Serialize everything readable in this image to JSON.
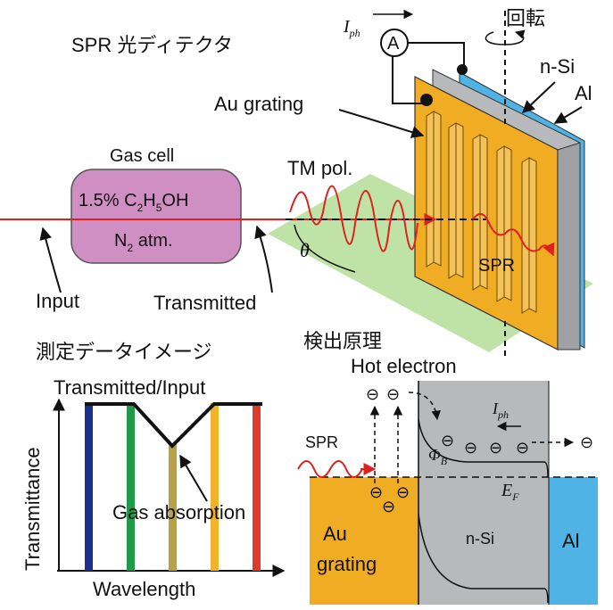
{
  "diagram": {
    "title": "SPR 光ディテクタ",
    "gas_cell": {
      "label": "Gas cell",
      "line1_a": "1.5% C",
      "line1_sub1": "2",
      "line1_b": "H",
      "line1_sub2": "5",
      "line1_c": "OH",
      "line2_a": "N",
      "line2_sub": "2",
      "line2_b": " atm."
    },
    "input_label": "Input",
    "transmitted_label": "Transmitted",
    "tm_pol": "TM pol.",
    "theta": "θ",
    "spr": "SPR",
    "au_grating": "Au grating",
    "rotation": "回転",
    "n_si": "n-Si",
    "al": "Al",
    "meter_symbol": "A",
    "iph_main": "I",
    "iph_sub": "ph"
  },
  "detection": {
    "title": "検出原理",
    "hot_electron": "Hot electron",
    "spr": "SPR",
    "au_line1": "Au",
    "au_line2": "grating",
    "n_si": "n-Si",
    "al": "Al",
    "phi_main": "Φ",
    "phi_sub": "B",
    "ef_main": "E",
    "ef_sub": "F",
    "iph_main": "I",
    "iph_sub": "ph",
    "electron_symbol": "⊖"
  },
  "measurement": {
    "title": "測定データイメージ",
    "curve_label": "Transmitted/Input",
    "ylabel": "Transmittance",
    "xlabel": "Wavelength",
    "annotation": "Gas absorption",
    "bar_colors": [
      "#1b2f8f",
      "#1e9a4a",
      "#b9a243",
      "#f2b22a",
      "#e03a2a"
    ]
  },
  "colors": {
    "laser": "#e0201c",
    "gold": "#f0ad24",
    "silicon": "#b8b9bb",
    "aluminum": "#4fb3e6",
    "gas_cell": "#cf8fc3",
    "plane": "#a9d98a"
  }
}
